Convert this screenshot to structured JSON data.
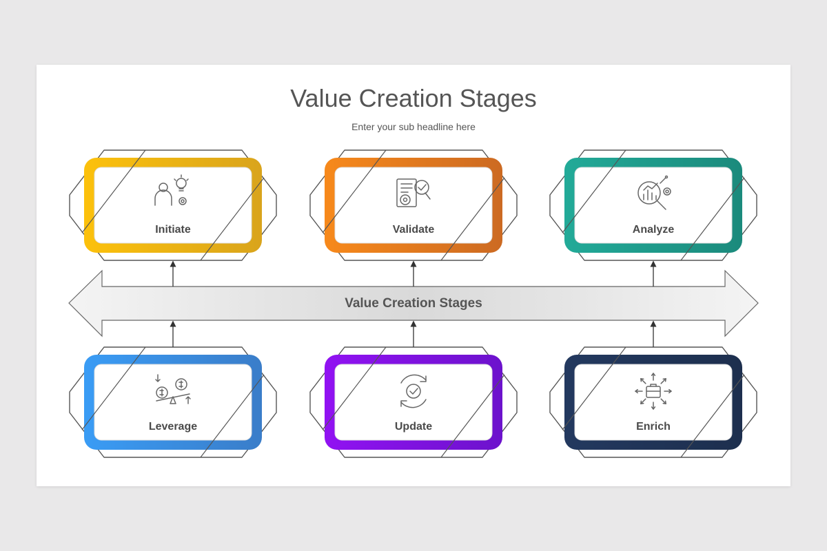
{
  "header": {
    "title": "Value Creation Stages",
    "subtitle": "Enter your sub headline here"
  },
  "arrow_bar": {
    "label": "Value Creation Stages"
  },
  "stages": [
    {
      "label": "Initiate",
      "icon": "idea-person-gear-icon",
      "color_start": "#fcc10c",
      "color_end": "#d9a41c"
    },
    {
      "label": "Validate",
      "icon": "document-check-gear-icon",
      "color_start": "#f7891b",
      "color_end": "#cc6a22"
    },
    {
      "label": "Analyze",
      "icon": "chart-magnifier-gear-icon",
      "color_start": "#22aa98",
      "color_end": "#1b8a7c"
    },
    {
      "label": "Leverage",
      "icon": "money-balance-icon",
      "color_start": "#3a9cf5",
      "color_end": "#3a7dc9"
    },
    {
      "label": "Update",
      "icon": "refresh-check-icon",
      "color_start": "#9112f2",
      "color_end": "#6c12cc"
    },
    {
      "label": "Enrich",
      "icon": "briefcase-arrows-icon",
      "color_start": "#23395f",
      "color_end": "#1d2f4e"
    }
  ]
}
